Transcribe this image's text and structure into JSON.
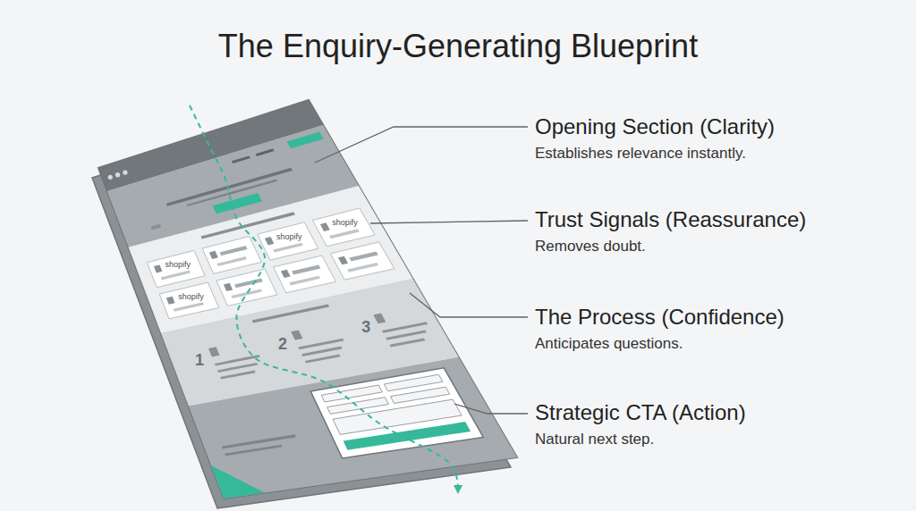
{
  "diagram": {
    "title": "The Enquiry-Generating Blueprint",
    "labels": [
      "Opening Section (Clarity)",
      "Establishes relevance instantly.",
      "Trust Signals (Reassurance)",
      "Removes doubt.",
      "The Process (Confidence)",
      "Anticipates questions.",
      "Strategic CTA (Action)",
      "Natural next step.",
      "shopify",
      "shopify",
      "shopify",
      "shopify",
      "1",
      "2",
      "3"
    ]
  }
}
